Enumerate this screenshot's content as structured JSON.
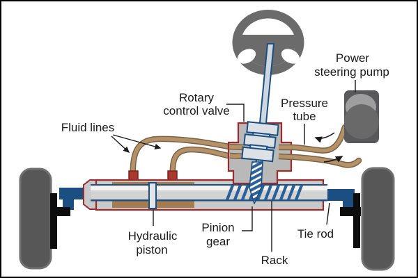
{
  "diagram": {
    "labels": {
      "fluid_lines": "Fluid lines",
      "rotary_control_valve": {
        "line1": "Rotary",
        "line2": "control valve"
      },
      "pressure_tube": {
        "line1": "Pressure",
        "line2": "tube"
      },
      "power_steering_pump": {
        "line1": "Power",
        "line2": "steering pump"
      },
      "hydraulic_piston": {
        "line1": "Hydraulic",
        "line2": "piston"
      },
      "pinion_gear": {
        "line1": "Pinion",
        "line2": "gear"
      },
      "rack": "Rack",
      "tie_rod": "Tie rod"
    },
    "colors": {
      "outline_red": "#9c2b2b",
      "port_red": "#a8392c",
      "metal_blue": "#1b4f82",
      "steel_fill": "#dce1e5",
      "fluid_tan": "#b3926a",
      "fluid_tan_edge": "#7d6143",
      "housing_gray": "#c9c9c9",
      "valve_gray": "#b9b9b9",
      "cylinder_brown": "#a57c50",
      "rack_gray": "#d3d3d3",
      "hatch_blue": "#2a6099",
      "pump_gray": "#59595b",
      "wheel_gray": "#575757",
      "steering_wheel_gray": "#6b6b6b",
      "line_black": "#1a1a1a"
    }
  }
}
